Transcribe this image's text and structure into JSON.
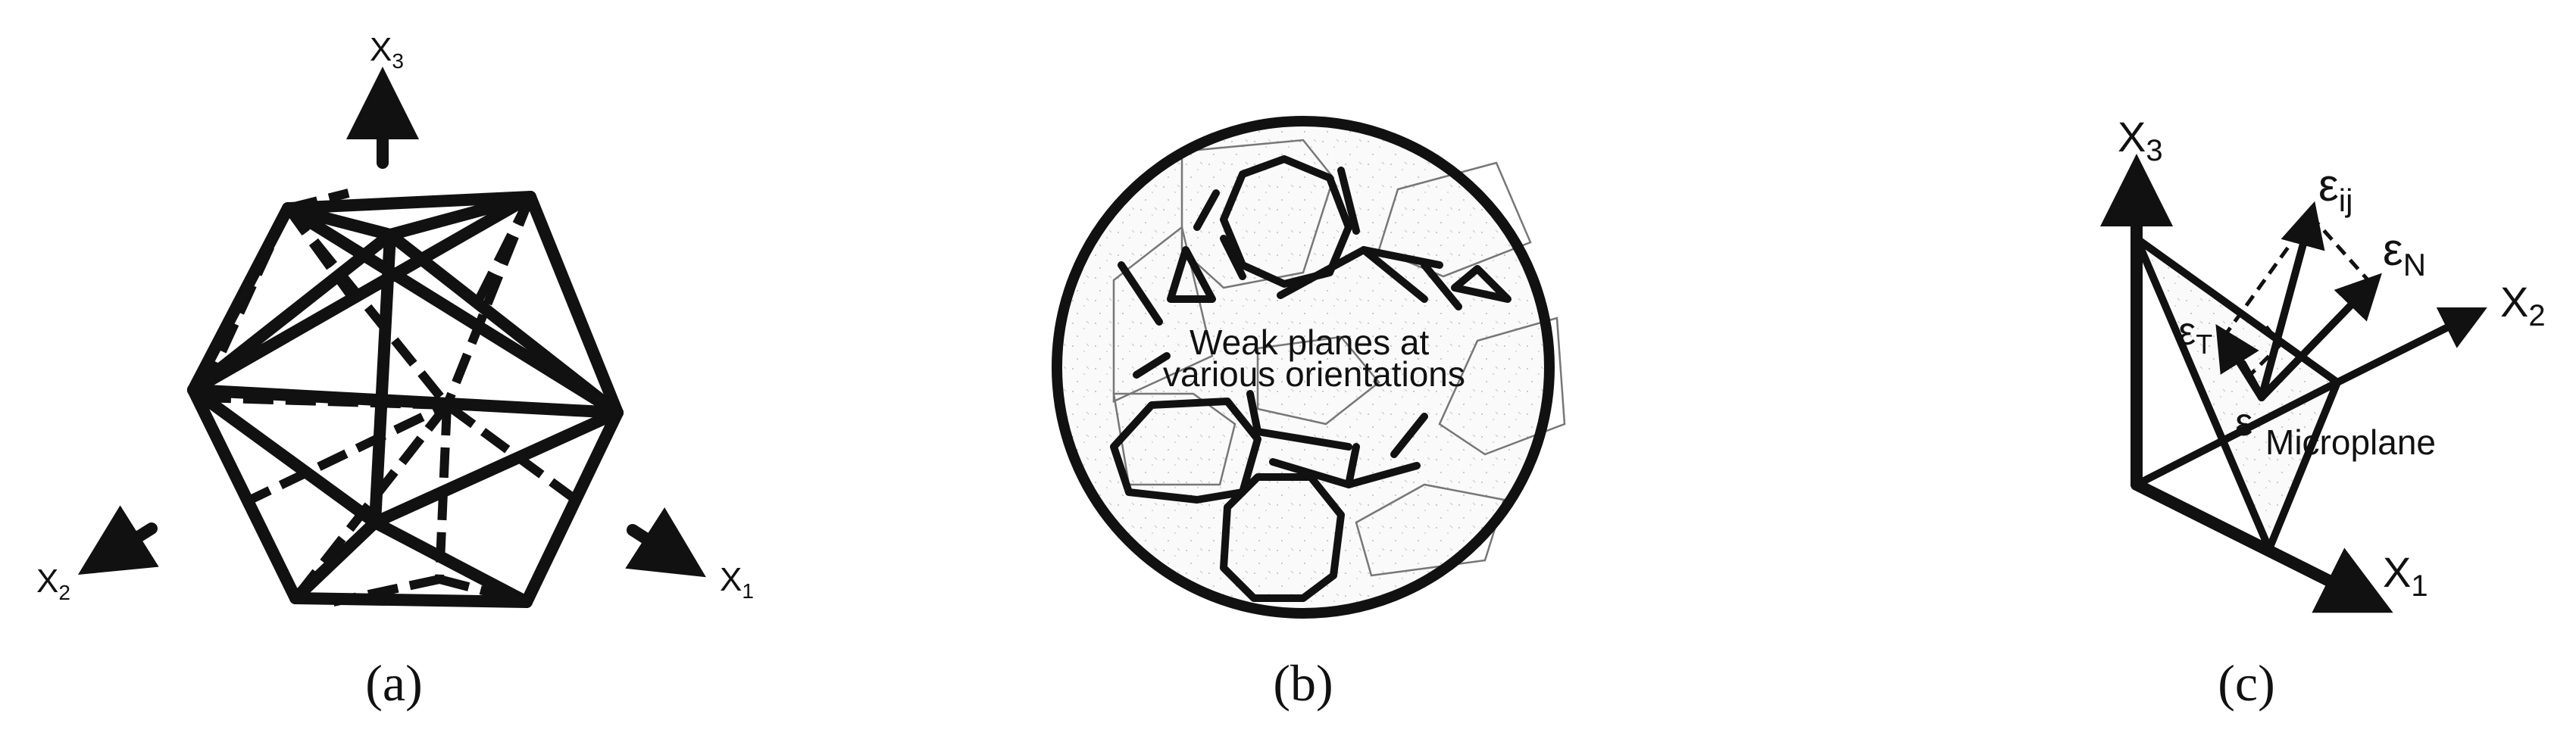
{
  "panel_a": {
    "caption": "(a)",
    "axis_x1": "X",
    "axis_x1_sub": "1",
    "axis_x2": "X",
    "axis_x2_sub": "2",
    "axis_x3": "X",
    "axis_x3_sub": "3"
  },
  "panel_b": {
    "caption": "(b)",
    "label_line1": "Weak planes at",
    "label_line2": "various orientations"
  },
  "panel_c": {
    "caption": "(c)",
    "axis_x1": "X",
    "axis_x1_sub": "1",
    "axis_x2": "X",
    "axis_x2_sub": "2",
    "axis_x3": "X",
    "axis_x3_sub": "3",
    "eps_ij": "ε",
    "eps_ij_sub": "ij",
    "eps_n": "ε",
    "eps_n_sub": "N",
    "eps_t": "ε",
    "eps_t_sub": "T",
    "eps_v": "ε",
    "microplane": "Microplane"
  }
}
